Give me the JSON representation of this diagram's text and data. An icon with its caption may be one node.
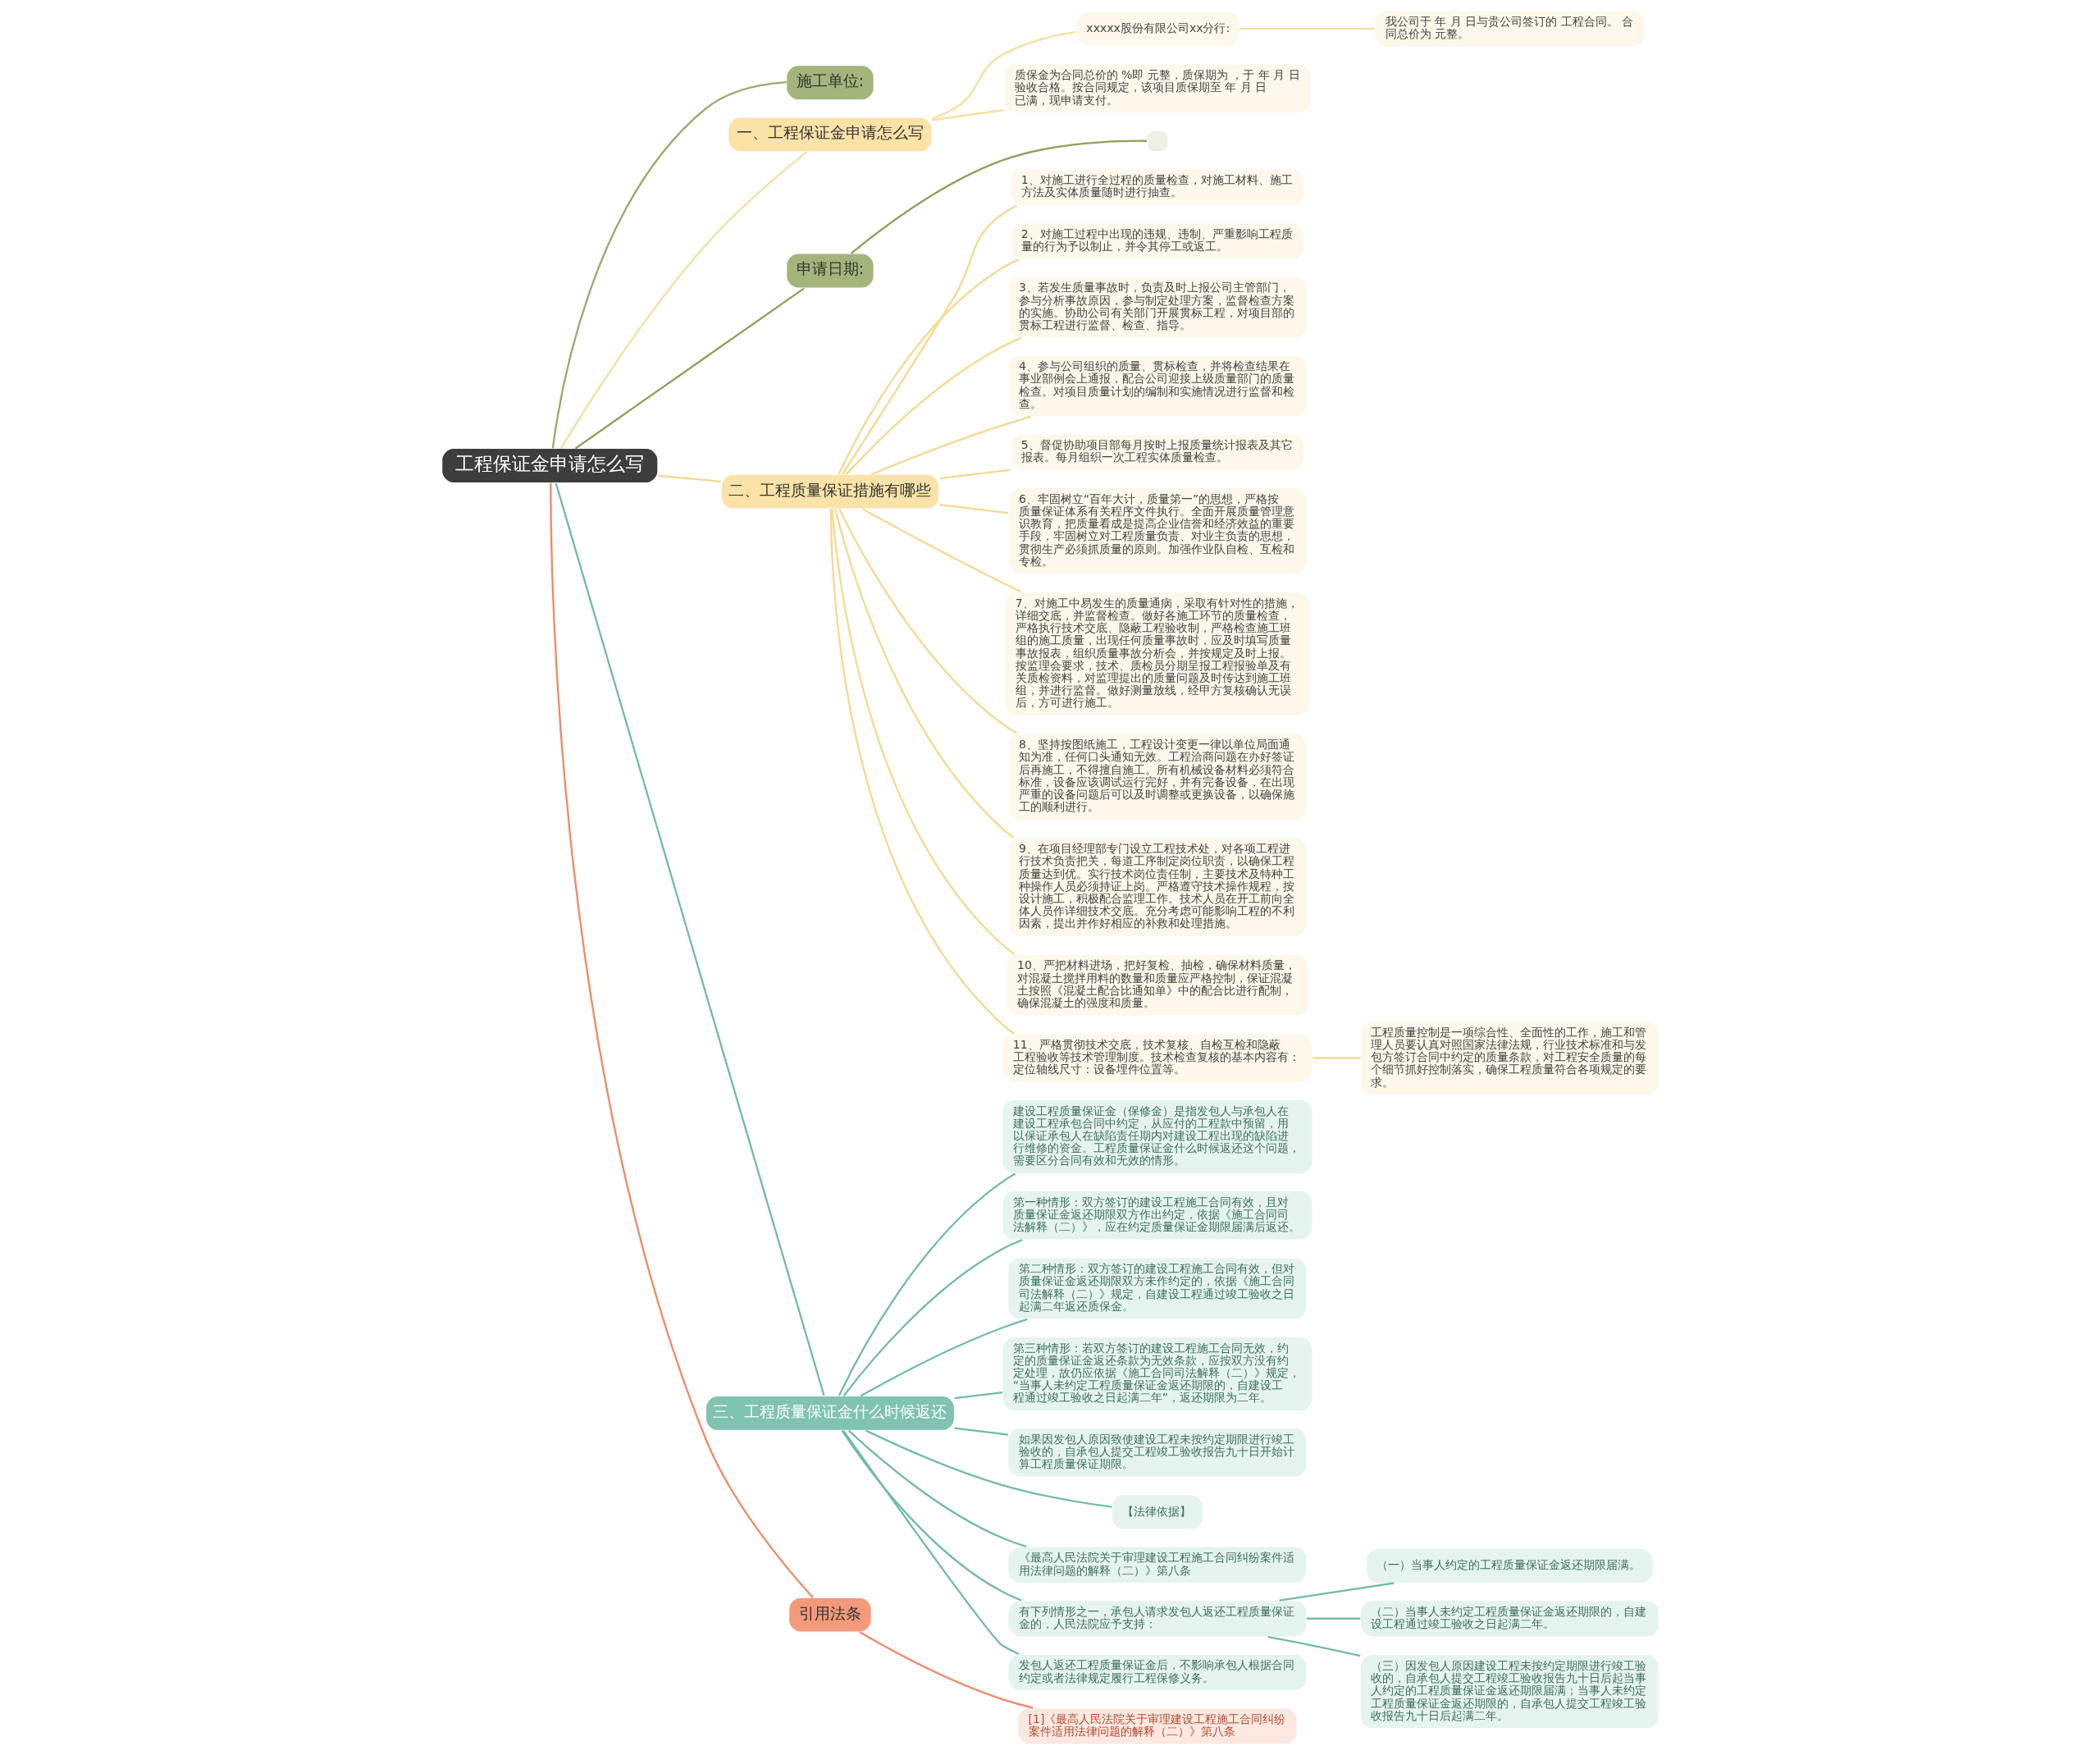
{
  "diagram": {
    "nodes": [
      {
        "text": [
          "工程保证金申请怎么写"
        ]
      },
      {
        "text": [
          "施工单位:"
        ]
      },
      {
        "text": [
          "一、工程保证金申请怎么写"
        ]
      },
      {
        "text": [
          "xxxxx股份有限公司xx分行:"
        ]
      },
      {
        "text": [
          "我公司于 年 月 日与贵公司签订的 工程合同。 合同总价为 元整。"
        ]
      },
      {
        "text": [
          "质保金为合同总价的 %即 元整，质保期为 ，于 年 月 日验收合格。按合同规定，该项目质保期至 年 月 日已满，现申请支付。"
        ]
      },
      {
        "text": [
          "申请日期:"
        ]
      },
      {
        "text": [],
        "shape": "box"
      },
      {
        "text": [
          "二、工程质量保证措施有哪些"
        ]
      },
      {
        "text": [
          "1、对施工进行全过程的质量检查，对施工材料、施工方法及实体质量随时进行抽查。"
        ]
      },
      {
        "text": [
          "2、对施工过程中出现的违规、违制、严重影响工程质量的行为予以制止，并令其停工或返工。"
        ]
      },
      {
        "text": [
          "3、若发生质量事故时，负责及时上报公司主管部门，参与分析事故原因，参与制定处理方案，监督检查方案的实施。协助公司有关部门开展贯标工程，对项目部的贯标工程进行监督、检查、指导。"
        ]
      },
      {
        "text": [
          "4、参与公司组织的质量、贯标检查，并将检查结果在事业部例会上通报，配合公司迎接上级质量部门的质量检查。对项目质量计划的编制和实施情况进行监督和检查。"
        ]
      },
      {
        "text": [
          "5、督促协助项目部每月按时上报质量统计报表及其它报表。每月组织一次工程实体质量检查。"
        ]
      },
      {
        "text": [
          "6、牢固树立“百年大计，质量第一”的思想，严格按质量保证体系有关程序文件执行。全面开展质量管理意识教育，把质量看成是提高企业信誉和经济效益的重要手段，牢固树立对工程质量负责、对业主负责的思想，贯彻生产必须抓质量的原则。加强作业队自检、互检和专检。"
        ]
      },
      {
        "text": [
          "7、对施工中易发生的质量通病，采取有针对性的措施，详细交底，并监督检查。做好各施工环节的质量检查，严格执行技术交底、隐蔽工程验收制，严格检查施工班组的施工质量，出现任何质量事故时，应及时填写质量事故报表，组织质量事故分析会，并按规定及时上报。按监理会要求，技术、质检员分期呈报工程报验单及有关质检资料，对监理提出的质量问题及时传达到施工班组，并进行监督。做好测量放线，经甲方复核确认无误后，方可进行施工。"
        ]
      },
      {
        "text": [
          "8、坚持按图纸施工，工程设计变更一律以单位局面通知为准，任何口头通知无效。工程洽商问题在办好签证后再施工，不得擅自施工。所有机械设备材料必须符合标准，设备应该调试运行完好，并有完备设备，在出现严重的设备问题后可以及时调整或更换设备，以确保施工的顺利进行。"
        ]
      },
      {
        "text": [
          "9、在项目经理部专门设立工程技术处，对各项工程进行技术负责把关，每道工序制定岗位职责，以确保工程质量达到优。实行技术岗位责任制，主要技术及特种工种操作人员必须持证上岗。严格遵守技术操作规程，按设计施工，积极配合监理工作。技术人员在开工前向全体人员作详细技术交底。充分考虑可能影响工程的不利因素，提出并作好相应的补救和处理措施。"
        ]
      },
      {
        "text": [
          "10、严把材料进场，把好复检、抽检，确保材料质量，对混凝土搅拌用料的数量和质量应严格控制，保证混凝土按照《混凝土配合比通知单》中的配合比进行配制，确保混凝土的强度和质量。"
        ]
      },
      {
        "text": [
          "11、严格贯彻技术交底，技术复核、自检互检和隐蔽工程验收等技术管理制度。技术检查复核的基本内容有：定位轴线尺寸：设备埋件位置等。"
        ]
      },
      {
        "text": [
          "工程质量控制是一项综合性、全面性的工作，施工和管理人员要认真对照国家法律法规，行业技术标准和与发包方签订合同中约定的质量条款，对工程安全质量的每个细节抓好控制落实，确保工程质量符合各项规定的要求。"
        ]
      },
      {
        "text": [
          "三、工程质量保证金什么时候返还"
        ]
      },
      {
        "text": [
          "建设工程质量保证金（保修金）是指发包人与承包人在建设工程承包合同中约定，从应付的工程款中预留，用以保证承包人在缺陷责任期内对建设工程出现的缺陷进行维修的资金。工程质量保证金什么时候返还这个问题，需要区分合同有效和无效的情形。"
        ]
      },
      {
        "text": [
          "第一种情形：双方签订的建设工程施工合同有效，且对质量保证金返还期限双方作出约定，依据《施工合同司法解释（二）》，应在约定质量保证金期限届满后返还。"
        ]
      },
      {
        "text": [
          "第二种情形：双方签订的建设工程施工合同有效，但对质量保证金返还期限双方未作约定的，依据《施工合同司法解释（二）》规定，自建设工程通过竣工验收之日起满二年返还质保金。"
        ]
      },
      {
        "text": [
          "第三种情形：若双方签订的建设工程施工合同无效，约定的质量保证金返还条款为无效条款，应按双方没有约定处理，故仍应依据《施工合同司法解释（二）》规定，“当事人未约定工程质量保证金返还期限的，自建设工程通过竣工验收之日起满二年”，返还期限为二年。"
        ]
      },
      {
        "text": [
          "如果因发包人原因致使建设工程未按约定期限进行竣工验收的，自承包人提交工程竣工验收报告九十日开始计算工程质量保证期限。"
        ]
      },
      {
        "text": [
          "【法律依据】"
        ]
      },
      {
        "text": [
          "《最高人民法院关于审理建设工程施工合同纠纷案件适用法律问题的解释（二）》第八条"
        ]
      },
      {
        "text": [
          "有下列情形之一，承包人请求发包人返还工程质量保证金的，人民法院应予支持："
        ]
      },
      {
        "text": [
          "（一）当事人约定的工程质量保证金返还期限届满。"
        ]
      },
      {
        "text": [
          "（二）当事人未约定工程质量保证金返还期限的，自建设工程通过竣工验收之日起满二年。"
        ]
      },
      {
        "text": [
          "（三）因发包人原因建设工程未按约定期限进行竣工验收的，自承包人提交工程竣工验收报告九十日后起当事人约定的工程质量保证金返还期限届满；当事人未约定工程质量保证金返还期限的，自承包人提交工程竣工验收报告九十日后起满二年。"
        ]
      },
      {
        "text": [
          "发包人返还工程质量保证金后，不影响承包人根据合同约定或者法律规定履行工程保修义务。"
        ]
      },
      {
        "text": [
          "引用法条"
        ]
      },
      {
        "text": [
          "[1]《最高人民法院关于审理建设工程施工合同纠纷案件适用法律问题的解释（二）》第八条"
        ]
      }
    ],
    "edges": [
      {
        "from": 0,
        "to": 1,
        "arrow": "none",
        "color": "#9aab6e"
      },
      {
        "from": 0,
        "to": 2,
        "arrow": "none",
        "color": "#f5dfa0"
      },
      {
        "from": 2,
        "to": 3,
        "arrow": "none",
        "color": "#f5dfa0"
      },
      {
        "from": 3,
        "to": 4,
        "arrow": "none",
        "color": "#f5dfa0"
      },
      {
        "from": 2,
        "to": 5,
        "arrow": "none",
        "color": "#f5dfa0"
      },
      {
        "from": 0,
        "to": 6,
        "arrow": "none",
        "color": "#8fa05a"
      },
      {
        "from": 6,
        "to": 7,
        "arrow": "none",
        "color": "#8fa05a"
      },
      {
        "from": 0,
        "to": 8,
        "arrow": "none",
        "color": "#f5d98f"
      },
      {
        "from": 8,
        "to": 9,
        "arrow": "none",
        "color": "#f5d98f"
      },
      {
        "from": 8,
        "to": 10,
        "arrow": "none",
        "color": "#f5d98f"
      },
      {
        "from": 8,
        "to": 11,
        "arrow": "none",
        "color": "#f5d98f"
      },
      {
        "from": 8,
        "to": 12,
        "arrow": "none",
        "color": "#f5d98f"
      },
      {
        "from": 8,
        "to": 13,
        "arrow": "none",
        "color": "#f5d98f"
      },
      {
        "from": 8,
        "to": 14,
        "arrow": "none",
        "color": "#f5d98f"
      },
      {
        "from": 8,
        "to": 15,
        "arrow": "none",
        "color": "#f5d98f"
      },
      {
        "from": 8,
        "to": 16,
        "arrow": "none",
        "color": "#f5d98f"
      },
      {
        "from": 8,
        "to": 17,
        "arrow": "none",
        "color": "#f5d98f"
      },
      {
        "from": 8,
        "to": 18,
        "arrow": "none",
        "color": "#f5d98f"
      },
      {
        "from": 8,
        "to": 19,
        "arrow": "none",
        "color": "#f5d98f"
      },
      {
        "from": 19,
        "to": 20,
        "arrow": "none",
        "color": "#f5d98f"
      },
      {
        "from": 0,
        "to": 21,
        "arrow": "none",
        "color": "#72bba8"
      },
      {
        "from": 21,
        "to": 22,
        "arrow": "none",
        "color": "#72bba8"
      },
      {
        "from": 21,
        "to": 23,
        "arrow": "none",
        "color": "#72bba8"
      },
      {
        "from": 21,
        "to": 24,
        "arrow": "none",
        "color": "#72bba8"
      },
      {
        "from": 21,
        "to": 25,
        "arrow": "none",
        "color": "#72bba8"
      },
      {
        "from": 21,
        "to": 26,
        "arrow": "none",
        "color": "#72bba8"
      },
      {
        "from": 21,
        "to": 27,
        "arrow": "none",
        "color": "#72bba8"
      },
      {
        "from": 21,
        "to": 28,
        "arrow": "none",
        "color": "#72bba8"
      },
      {
        "from": 21,
        "to": 29,
        "arrow": "none",
        "color": "#72bba8"
      },
      {
        "from": 29,
        "to": 30,
        "arrow": "none",
        "color": "#72bba8"
      },
      {
        "from": 29,
        "to": 31,
        "arrow": "none",
        "color": "#72bba8"
      },
      {
        "from": 29,
        "to": 32,
        "arrow": "none",
        "color": "#72bba8"
      },
      {
        "from": 21,
        "to": 33,
        "arrow": "none",
        "color": "#72bba8"
      },
      {
        "from": 0,
        "to": 34,
        "arrow": "none",
        "color": "#f0896a"
      },
      {
        "from": 34,
        "to": 35,
        "arrow": "none",
        "color": "#f0896a"
      }
    ]
  }
}
